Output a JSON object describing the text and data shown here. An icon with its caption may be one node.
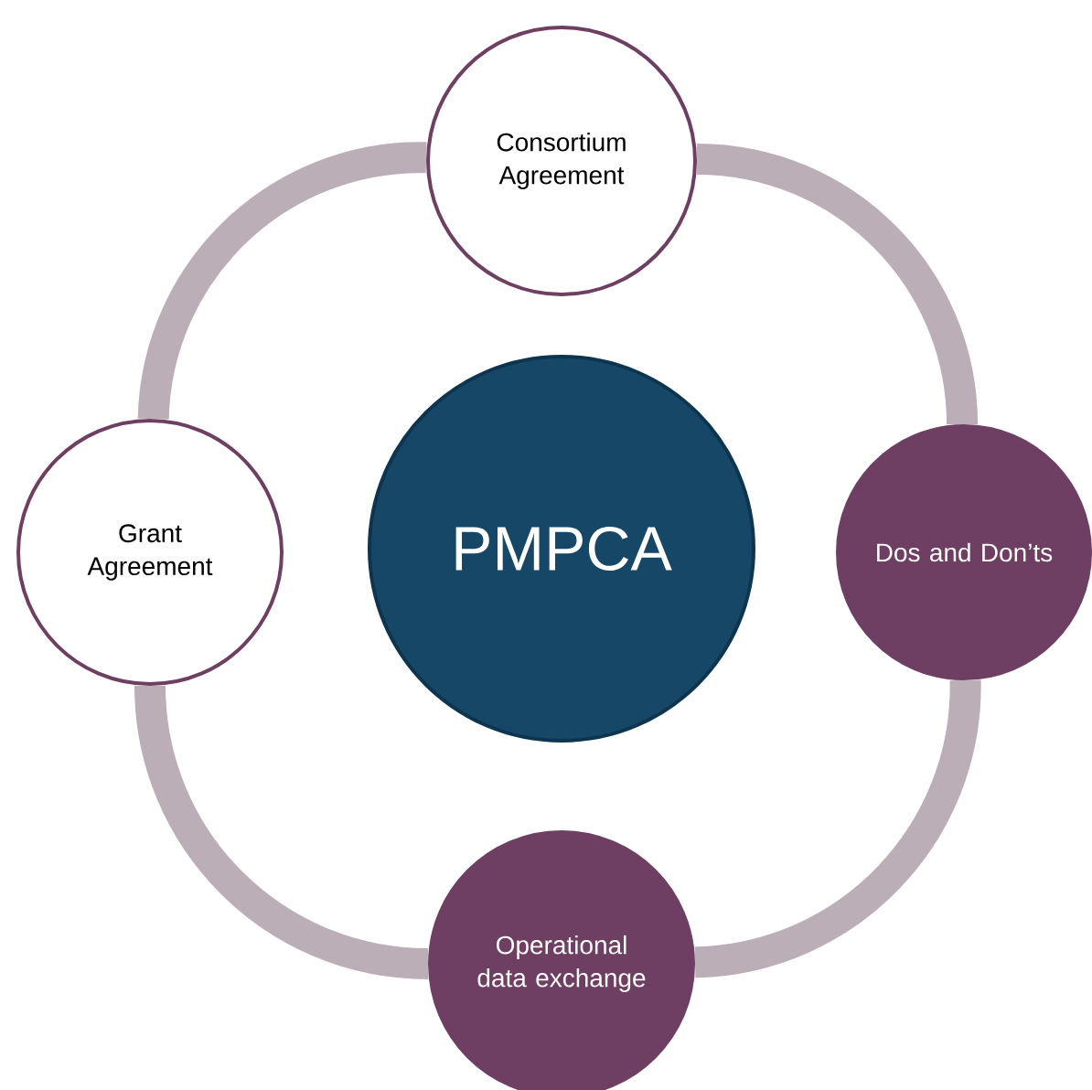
{
  "diagram": {
    "nodes": [
      {
        "text": [
          "PMPCA"
        ]
      },
      {
        "text": [
          "Consortium Agreement"
        ]
      },
      {
        "text": [
          "Dos and Don’ts"
        ]
      },
      {
        "text": [
          "Operational data exchange"
        ]
      },
      {
        "text": [
          "Grant Agreement"
        ]
      }
    ],
    "edges": [
      {
        "from": 1,
        "to": 2,
        "arrow": "none"
      },
      {
        "from": 2,
        "to": 3,
        "arrow": "none"
      },
      {
        "from": 3,
        "to": 4,
        "arrow": "none"
      },
      {
        "from": 4,
        "to": 1,
        "arrow": "none"
      }
    ]
  }
}
